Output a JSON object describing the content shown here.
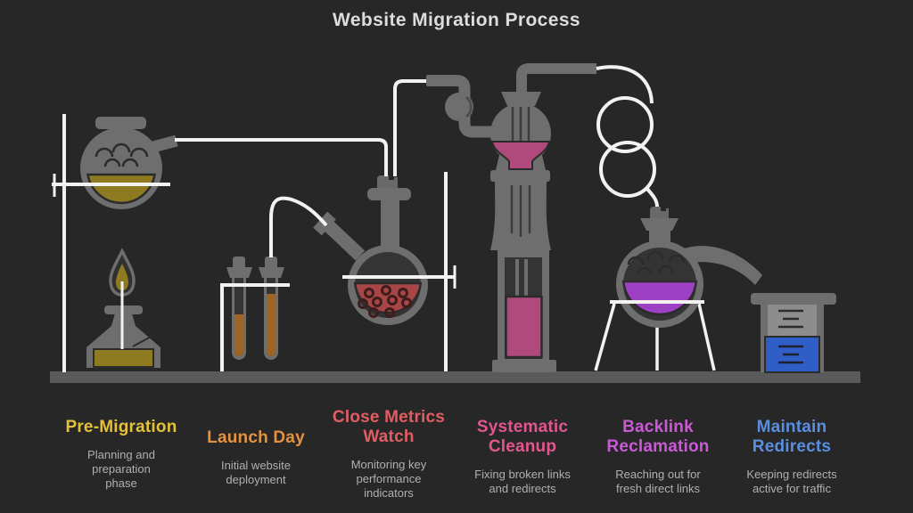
{
  "title": "Website Migration Process",
  "colors": {
    "background": "#272727",
    "apparatus_gray": "#6e6e6e",
    "glass_interior": "#343434",
    "liquid_outline": "#2b2b2b",
    "stand_white": "#f2f2f2",
    "bench_gray": "#5a5a5a",
    "title_text": "#dcdcdc",
    "description_text": "#b0b0b0"
  },
  "stages": [
    {
      "label": "Pre-Migration",
      "description": "Planning and\npreparation\nphase",
      "label_color": "#e4c138",
      "liquid_color": "#8e7a20",
      "apparatus": "boiling-flask-heated-by-spirit-burner-on-stand"
    },
    {
      "label": "Launch Day",
      "description": "Initial website\ndeployment",
      "label_color": "#e5923f",
      "liquid_color": "#9c6526",
      "apparatus": "two-test-tubes-in-rack"
    },
    {
      "label": "Close Metrics\nWatch",
      "description": "Monitoring key\nperformance\nindicators",
      "label_color": "#e25d63",
      "liquid_color": "#a84545",
      "apparatus": "round-bottom-flask-on-stand-with-tubes"
    },
    {
      "label": "Systematic\nCleanup",
      "description": "Fixing broken links\nand redirects",
      "label_color": "#e2568e",
      "liquid_color": "#b04a7d",
      "apparatus": "fractionating-column-with-funnel-bulb"
    },
    {
      "label": "Backlink\nReclamation",
      "description": "Reaching out for\nfresh direct links",
      "label_color": "#ca59d6",
      "liquid_color": "#9d40c4",
      "apparatus": "retort-flask-on-tripod-fed-by-coiled-tube"
    },
    {
      "label": "Maintain\nRedirects",
      "description": "Keeping redirects\nactive for traffic",
      "label_color": "#5a8ee0",
      "liquid_color": "#2f5ec6",
      "apparatus": "graduated-beaker"
    }
  ]
}
